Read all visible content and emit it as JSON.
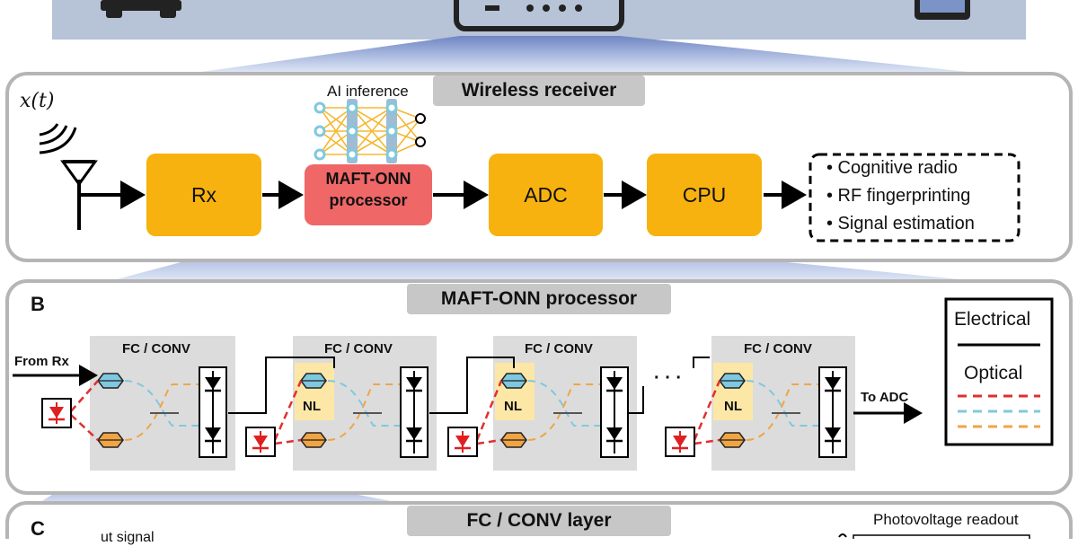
{
  "panelA": {
    "title": "Wireless receiver",
    "input_signal": "x(t)",
    "ai_label": "AI inference",
    "blocks": {
      "rx": "Rx",
      "maft_line1": "MAFT-ONN",
      "maft_line2": "processor",
      "adc": "ADC",
      "cpu": "CPU"
    },
    "applications": [
      "• Cognitive radio",
      "• RF fingerprinting",
      "• Signal estimation"
    ]
  },
  "panelB": {
    "letter": "B",
    "title": "MAFT-ONN processor",
    "from_label": "From Rx",
    "to_label": "To ADC",
    "layer_labels": [
      "FC / CONV",
      "FC / CONV",
      "FC / CONV",
      "FC / CONV"
    ],
    "nl_labels": [
      "NL",
      "NL",
      "NL"
    ],
    "legend": {
      "electrical": "Electrical",
      "optical": "Optical"
    },
    "ellipsis": "· · ·"
  },
  "panelC": {
    "letter": "C",
    "title": "FC / CONV layer",
    "readout_label": "Photovoltage readout",
    "partial_text": "ut signal"
  },
  "colors": {
    "block_orange": "#f7b20f",
    "maft_red": "#f06767",
    "laser_red": "#e02020",
    "optical_red": "#e03030",
    "optical_blue": "#7fc8e0",
    "optical_orange": "#f0a545",
    "nl_yellow": "#fde7a6",
    "layer_gray": "#dcdcdc",
    "top_strip": "#b7c3d6"
  }
}
